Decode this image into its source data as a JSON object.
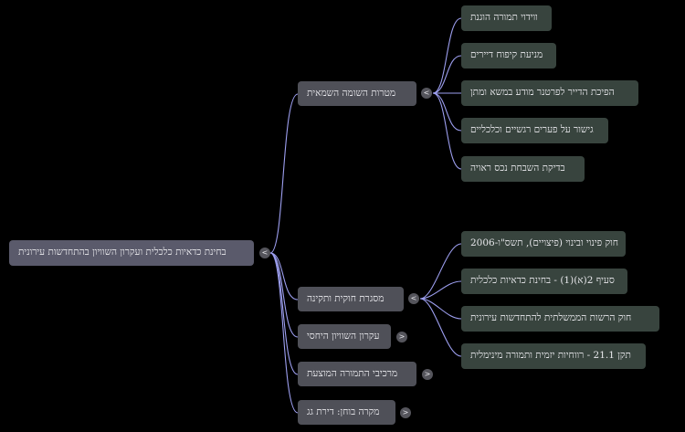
{
  "mindmap": {
    "root": {
      "label": "בחינת כדאיות כלכלית ועקרון השוויון בהתחדשות עירונית",
      "toggle": "<"
    },
    "branches": [
      {
        "label": "מטרות השומה השמאית",
        "toggle": "<",
        "children": [
          "ווידוי תמורה הוגנת",
          "מניעת קיפוח דיירים",
          "הפיכת הדייר לפרטנר מודע במשא ומתן",
          "גישור על פערים רגשיים וכלכליים",
          "בדיקת השבחת נכס ראויה"
        ]
      },
      {
        "label": "מסגרת חוקית ותקינה",
        "toggle": "<",
        "children": [
          "חוק פינוי ובינוי (פיצויים), תשס\"ו-2006",
          "סעיף 2(א)(1) - בחינת כדאיות כלכלית",
          "חוק הרשות הממשלתית להתחדשות עירונית",
          "תקן 21.1 - רווחיות יזמית ותמורה מינימלית"
        ]
      },
      {
        "label": "עקרון השוויון היחסי",
        "toggle": ">",
        "children": []
      },
      {
        "label": "מרכיבי התמורה המוצעת",
        "toggle": ">",
        "children": []
      },
      {
        "label": "מקרה בוחן: דירת גג",
        "toggle": ">",
        "children": []
      }
    ]
  }
}
